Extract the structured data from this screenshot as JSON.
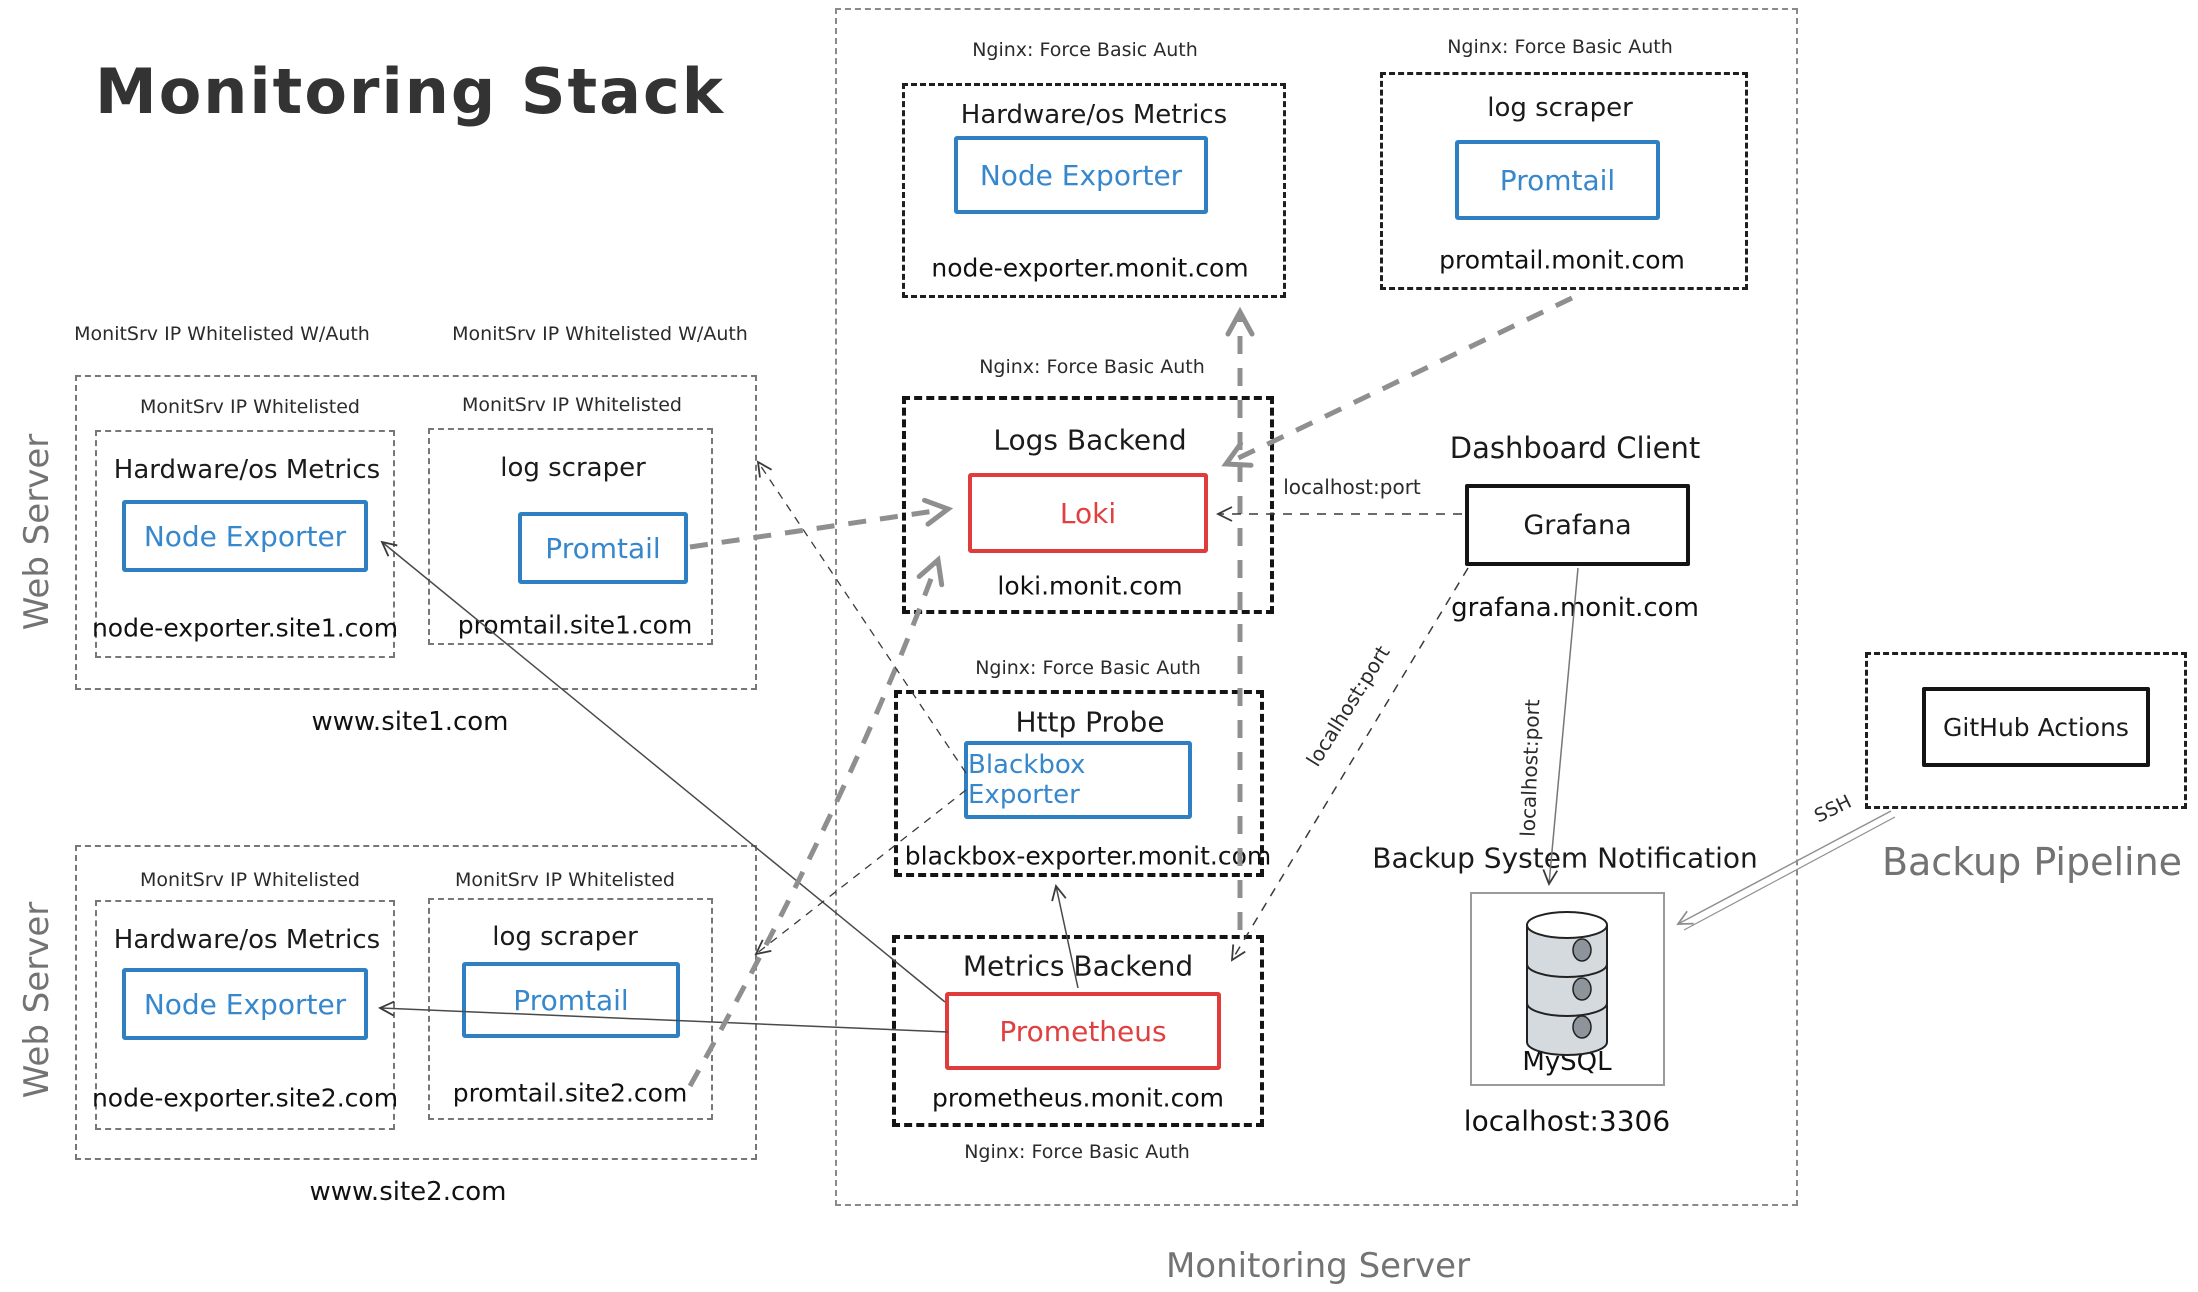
{
  "title": "Monitoring Stack",
  "colors": {
    "blue": "#2f7fc3",
    "red": "#e03c3c",
    "ink": "#141414",
    "gray": "#777777"
  },
  "web_servers": [
    {
      "label": "Web Server",
      "site_domain": "www.site1.com",
      "auth_labels": [
        "MonitSrv IP Whitelisted W/Auth",
        "MonitSrv IP Whitelisted W/Auth"
      ],
      "nodes": [
        {
          "whitelist": "MonitSrv IP Whitelisted",
          "role": "Hardware/os Metrics",
          "app": "Node Exporter",
          "domain": "node-exporter.site1.com"
        },
        {
          "whitelist": "MonitSrv IP Whitelisted",
          "role": "log scraper",
          "app": "Promtail",
          "domain": "promtail.site1.com"
        }
      ]
    },
    {
      "label": "Web Server",
      "site_domain": "www.site2.com",
      "nodes": [
        {
          "whitelist": "MonitSrv IP Whitelisted",
          "role": "Hardware/os Metrics",
          "app": "Node Exporter",
          "domain": "node-exporter.site2.com"
        },
        {
          "whitelist": "MonitSrv IP Whitelisted",
          "role": "log scraper",
          "app": "Promtail",
          "domain": "promtail.site2.com"
        }
      ]
    }
  ],
  "monitoring_server": {
    "label": "Monitoring Server",
    "groups": [
      {
        "auth": "Nginx: Force Basic Auth",
        "role": "Hardware/os Metrics",
        "app": "Node Exporter",
        "domain": "node-exporter.monit.com"
      },
      {
        "auth": "Nginx: Force Basic Auth",
        "role": "log scraper",
        "app": "Promtail",
        "domain": "promtail.monit.com"
      },
      {
        "auth": "Nginx: Force Basic Auth",
        "role": "Logs Backend",
        "app": "Loki",
        "domain": "loki.monit.com"
      },
      {
        "auth": "Nginx: Force Basic Auth",
        "role": "Http Probe",
        "app": "Blackbox Exporter",
        "domain": "blackbox-exporter.monit.com"
      },
      {
        "auth": "Nginx: Force Basic Auth",
        "role": "Metrics Backend",
        "app": "Prometheus",
        "domain": "prometheus.monit.com"
      }
    ],
    "dashboard": {
      "title": "Dashboard Client",
      "app": "Grafana",
      "domain": "grafana.monit.com"
    },
    "backup_db": {
      "title": "Backup System Notification",
      "app": "MySQL",
      "address": "localhost:3306",
      "icon": "database-cylinder-icon"
    }
  },
  "backup_pipeline": {
    "label": "Backup Pipeline",
    "app": "GitHub Actions"
  },
  "edges": {
    "grafana_to_loki": "localhost:port",
    "grafana_to_prometheus": "localhost:port",
    "grafana_to_mysql": "localhost:port",
    "github_to_mysql": "SSH"
  }
}
